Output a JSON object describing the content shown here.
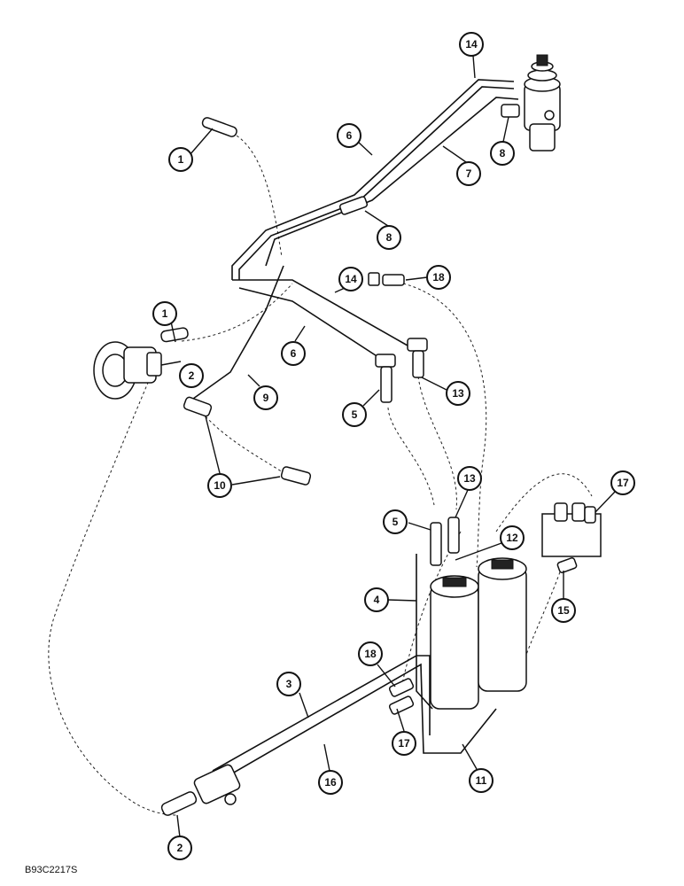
{
  "figure": {
    "reference_code": "B93C2217S"
  },
  "callouts": [
    {
      "id": "c-1a",
      "label": "1"
    },
    {
      "id": "c-1b",
      "label": "1"
    },
    {
      "id": "c-2a",
      "label": "2"
    },
    {
      "id": "c-2b",
      "label": "2"
    },
    {
      "id": "c-3",
      "label": "3"
    },
    {
      "id": "c-4",
      "label": "4"
    },
    {
      "id": "c-5a",
      "label": "5"
    },
    {
      "id": "c-5b",
      "label": "5"
    },
    {
      "id": "c-6a",
      "label": "6"
    },
    {
      "id": "c-6b",
      "label": "6"
    },
    {
      "id": "c-7",
      "label": "7"
    },
    {
      "id": "c-8a",
      "label": "8"
    },
    {
      "id": "c-8b",
      "label": "8"
    },
    {
      "id": "c-9",
      "label": "9"
    },
    {
      "id": "c-10",
      "label": "10"
    },
    {
      "id": "c-11",
      "label": "11"
    },
    {
      "id": "c-12",
      "label": "12"
    },
    {
      "id": "c-13a",
      "label": "13"
    },
    {
      "id": "c-13b",
      "label": "13"
    },
    {
      "id": "c-14a",
      "label": "14"
    },
    {
      "id": "c-14b",
      "label": "14"
    },
    {
      "id": "c-15",
      "label": "15"
    },
    {
      "id": "c-16",
      "label": "16"
    },
    {
      "id": "c-17a",
      "label": "17"
    },
    {
      "id": "c-17b",
      "label": "17"
    },
    {
      "id": "c-18a",
      "label": "18"
    },
    {
      "id": "c-18b",
      "label": "18"
    }
  ]
}
